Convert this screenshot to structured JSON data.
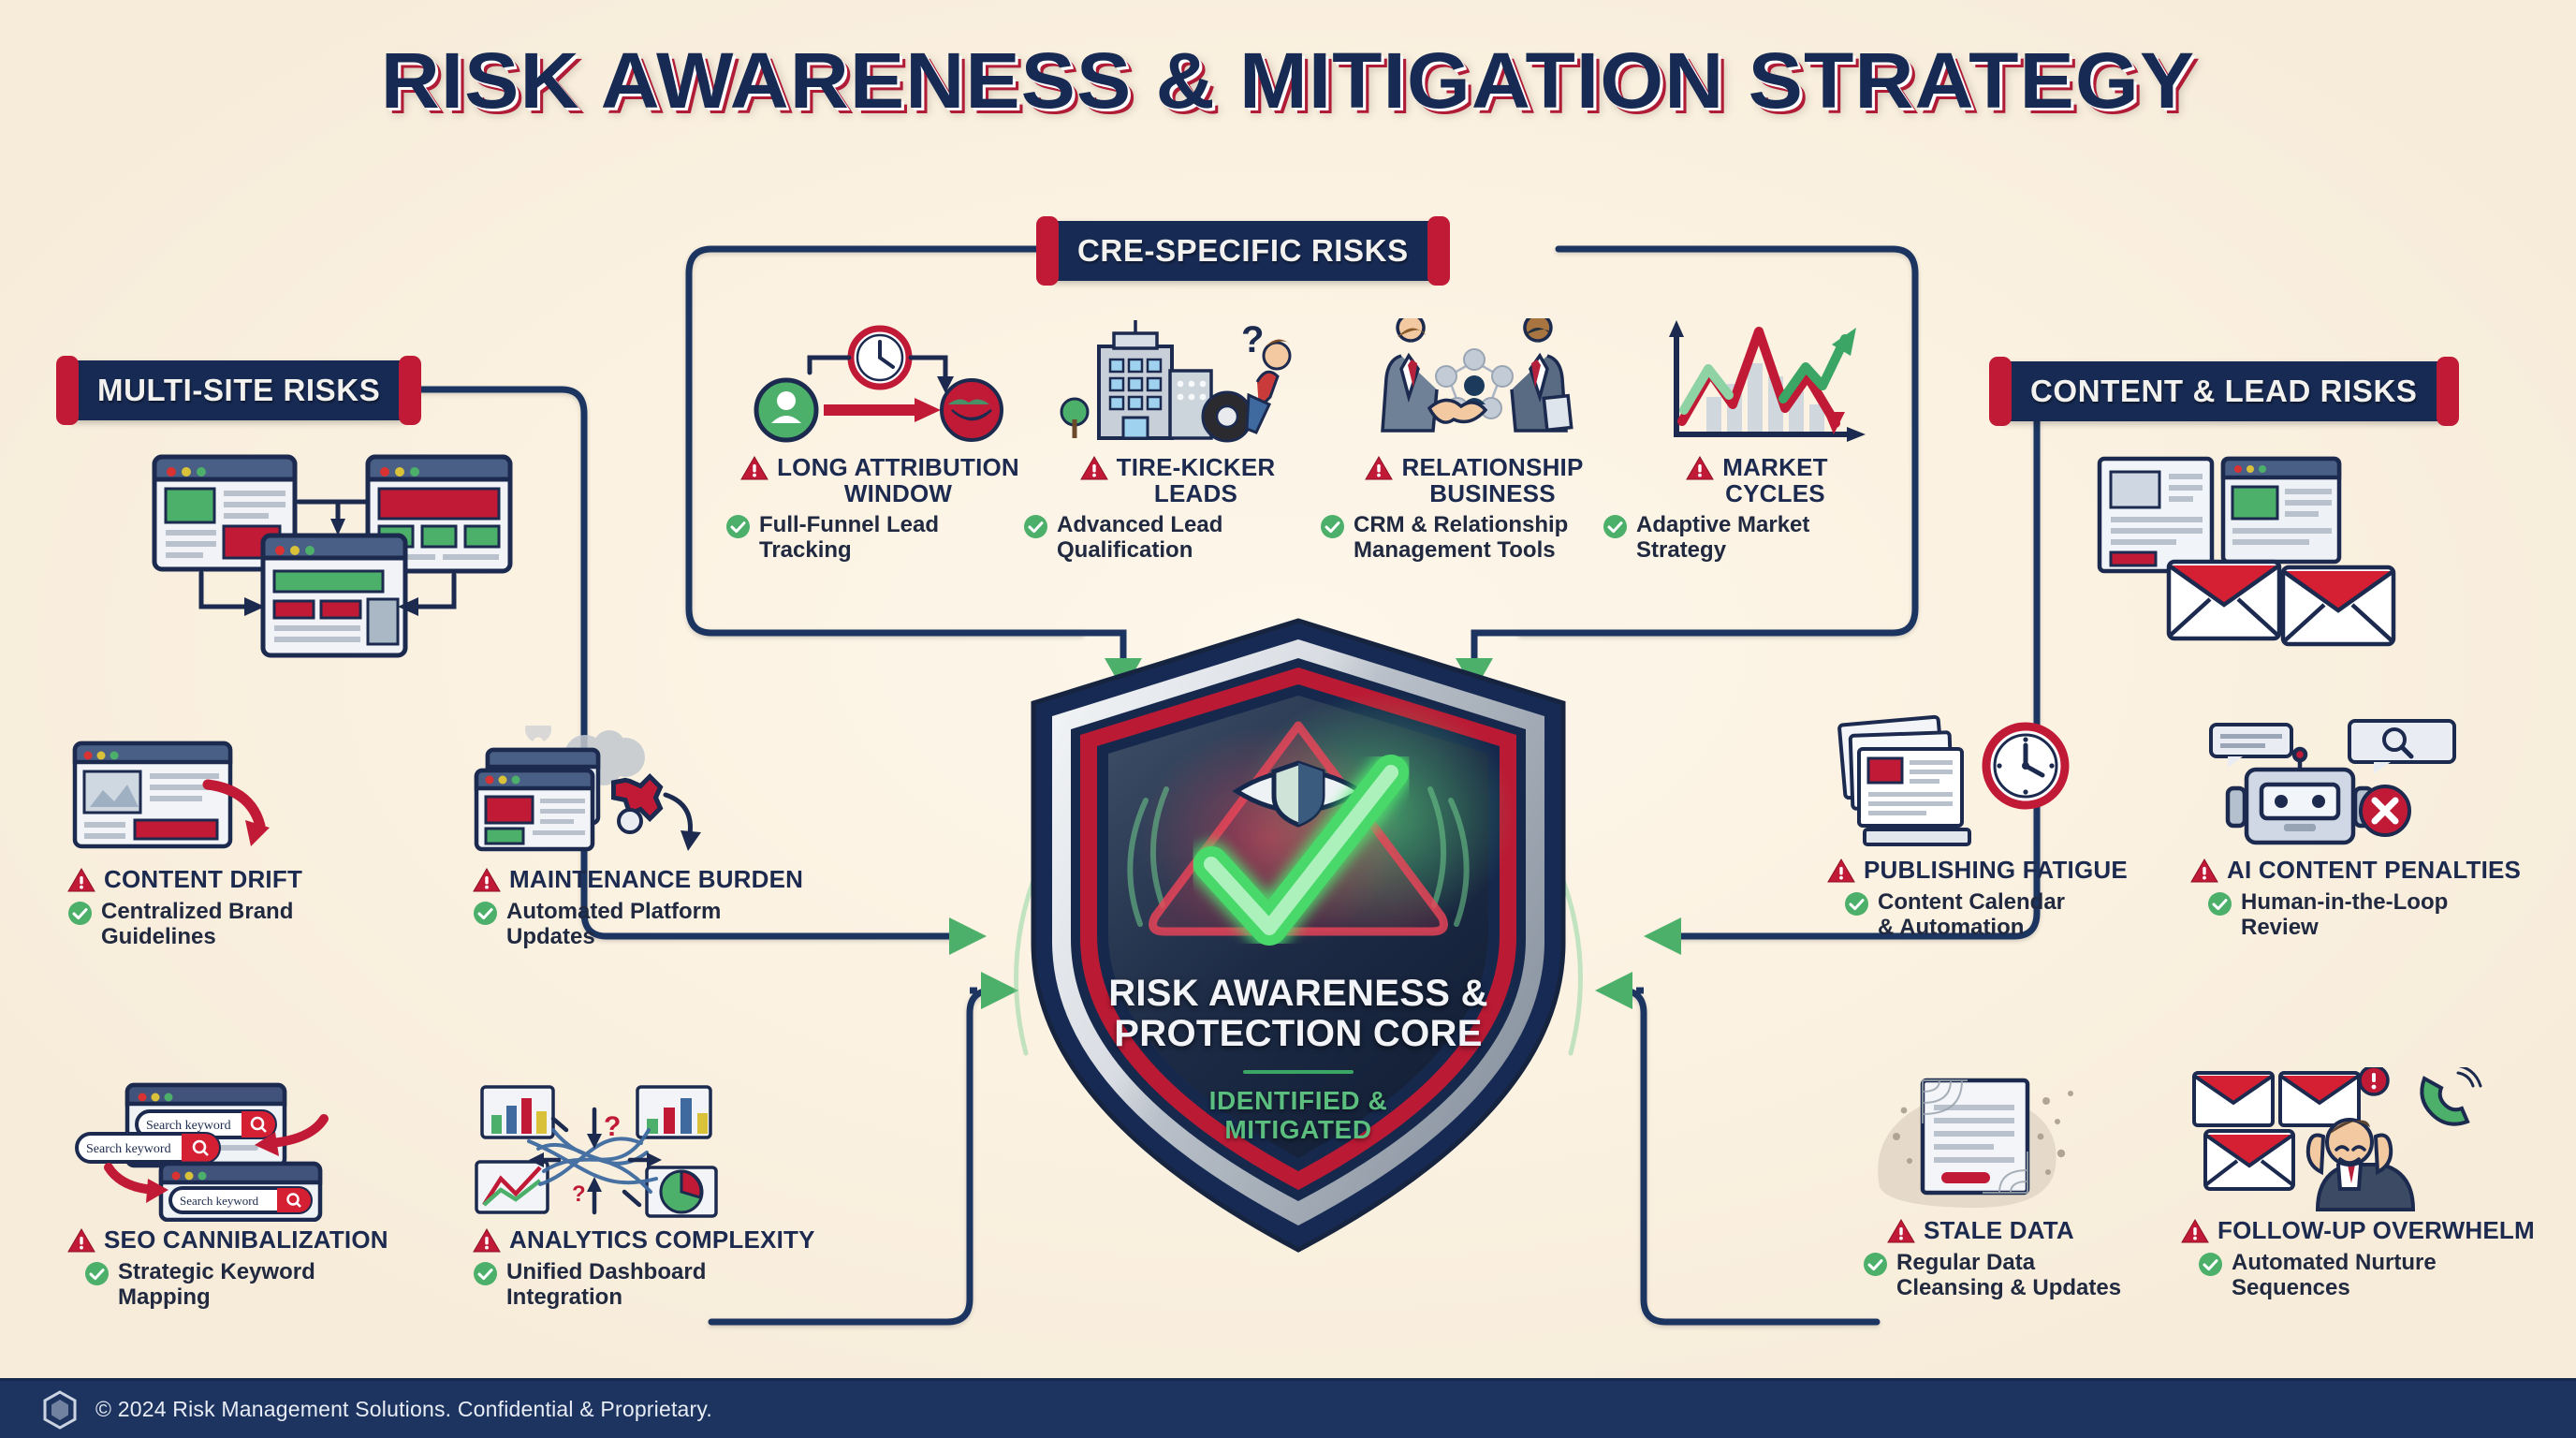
{
  "title": "RISK AWARENESS & MITIGATION STRATEGY",
  "colors": {
    "navy": "#172a53",
    "red": "#c01a36",
    "green": "#3aa564",
    "cream": "#fdf3e3",
    "text_dark": "#1b2a4e"
  },
  "sections": {
    "multisite": {
      "label": "MULTI-SITE RISKS"
    },
    "cre": {
      "label": "CRE-SPECIFIC RISKS"
    },
    "content": {
      "label": "CONTENT & LEAD RISKS"
    }
  },
  "core": {
    "title": "RISK AWARENESS &\nPROTECTION CORE",
    "subtitle": "IDENTIFIED &\nMITIGATED",
    "icons": [
      "eye-shield-icon",
      "warning-triangle-icon",
      "check-mark-icon"
    ]
  },
  "cre_items": [
    {
      "risk": "LONG ATTRIBUTION\nWINDOW",
      "solution": "Full-Funnel Lead\nTracking",
      "icon": "person-clock-handshake-icon"
    },
    {
      "risk": "TIRE-KICKER\nLEADS",
      "solution": "Advanced Lead\nQualification",
      "icon": "building-tire-kicker-icon"
    },
    {
      "risk": "RELATIONSHIP\nBUSINESS",
      "solution": "CRM & Relationship\nManagement Tools",
      "icon": "handshake-network-icon"
    },
    {
      "risk": "MARKET\nCYCLES",
      "solution": "Adaptive Market\nStrategy",
      "icon": "market-chart-icon"
    }
  ],
  "multisite_items": [
    {
      "risk": "CONTENT DRIFT",
      "solution": "Centralized Brand\nGuidelines",
      "icon": "three-browser-windows-icon"
    },
    {
      "risk": "MAINTENANCE BURDEN",
      "solution": "Automated Platform\nUpdates",
      "icon": "browser-gear-smoke-icon"
    },
    {
      "risk": "SEO CANNIBALIZATION",
      "solution": "Strategic Keyword\nMapping",
      "icon": "duplicate-search-bars-icon",
      "search_placeholder": "Search keyword"
    },
    {
      "risk": "ANALYTICS COMPLEXITY",
      "solution": "Unified Dashboard\nIntegration",
      "icon": "tangled-charts-icon"
    }
  ],
  "content_items": [
    {
      "risk": "PUBLISHING FATIGUE",
      "solution": "Content Calendar\n& Automation",
      "icon": "documents-clock-icon"
    },
    {
      "risk": "AI CONTENT PENALTIES",
      "solution": "Human-in-the-Loop\nReview",
      "icon": "robot-search-reject-icon"
    },
    {
      "risk": "STALE DATA",
      "solution": "Regular Data\nCleansing & Updates",
      "icon": "dusty-cobweb-document-icon"
    },
    {
      "risk": "FOLLOW-UP OVERWHELM",
      "solution": "Automated Nurture\nSequences",
      "icon": "overwhelmed-person-emails-icon"
    }
  ],
  "top_right_icon": {
    "icon": "documents-envelopes-icon"
  },
  "footer": {
    "text": "© 2024 Risk Management Solutions. Confidential & Proprietary.",
    "logo": "hexagon-logo-icon"
  }
}
